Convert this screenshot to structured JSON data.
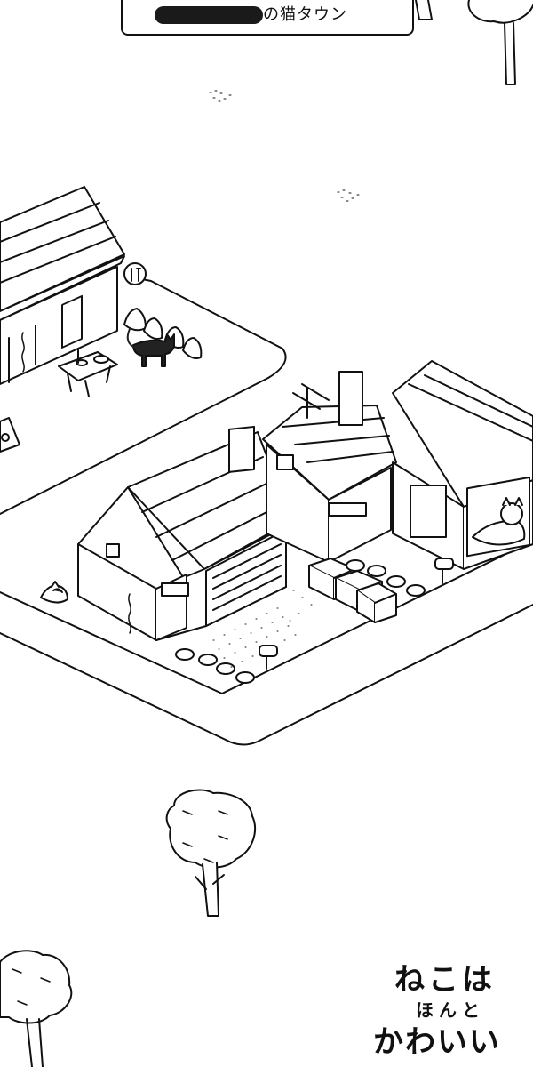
{
  "header": {
    "town_name_suffix": "の猫タウン"
  },
  "logo": {
    "line1": "ねこは",
    "line2": "ほんと",
    "line3": "かわいい"
  },
  "scene": {
    "cat_icon": "cat-icon",
    "food_bubble_icon": "fork-spoon-icon",
    "tree_icon": "tree-icon",
    "mailbox_icon": "mailbox-icon",
    "ink_color": "#111111",
    "background_color": "#ffffff"
  }
}
